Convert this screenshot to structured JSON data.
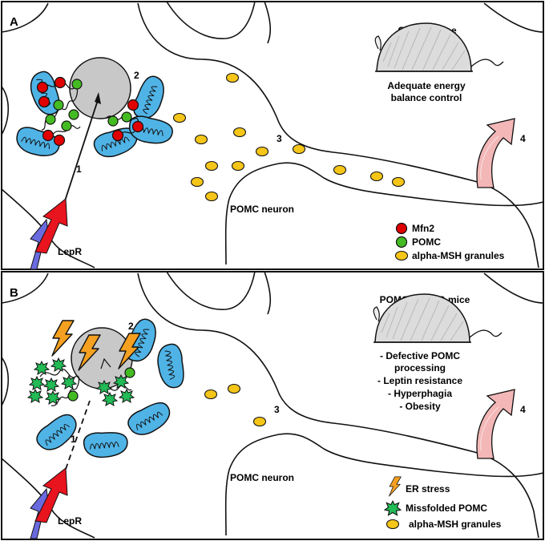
{
  "panel_a": {
    "letter": "A",
    "mouse_title": "Control mice",
    "outcome_lines": [
      "Adequate energy",
      "balance control"
    ],
    "neuron_label": "POMC neuron",
    "receptor_label": "LepR",
    "steps": [
      "1",
      "2",
      "3",
      "4"
    ],
    "legend": [
      "Mfn2",
      "POMC",
      "alpha-MSH granules"
    ]
  },
  "panel_b": {
    "letter": "B",
    "mouse_title": "POMCMfn2KO mice",
    "outcome_lines": [
      "- Defective POMC",
      "processing",
      "- Leptin resistance",
      "- Hyperphagia",
      "- Obesity"
    ],
    "neuron_label": "POMC neuron",
    "receptor_label": "LepR",
    "steps": [
      "1",
      "2",
      "3",
      "4"
    ],
    "legend": [
      "ER stress",
      "Missfolded POMC",
      "alpha-MSH granules"
    ]
  },
  "colors": {
    "mfn2": "#e00000",
    "pomc": "#44bb22",
    "granule": "#f5c518",
    "mito": "#4fb3e6",
    "nucleus": "#c8c8c8",
    "misfolded": "#22bb55",
    "er_stress": "#f5a020",
    "receptor_red": "#e8141e",
    "receptor_blue": "#6a6adf",
    "arrow4": "#f3b7b7"
  }
}
